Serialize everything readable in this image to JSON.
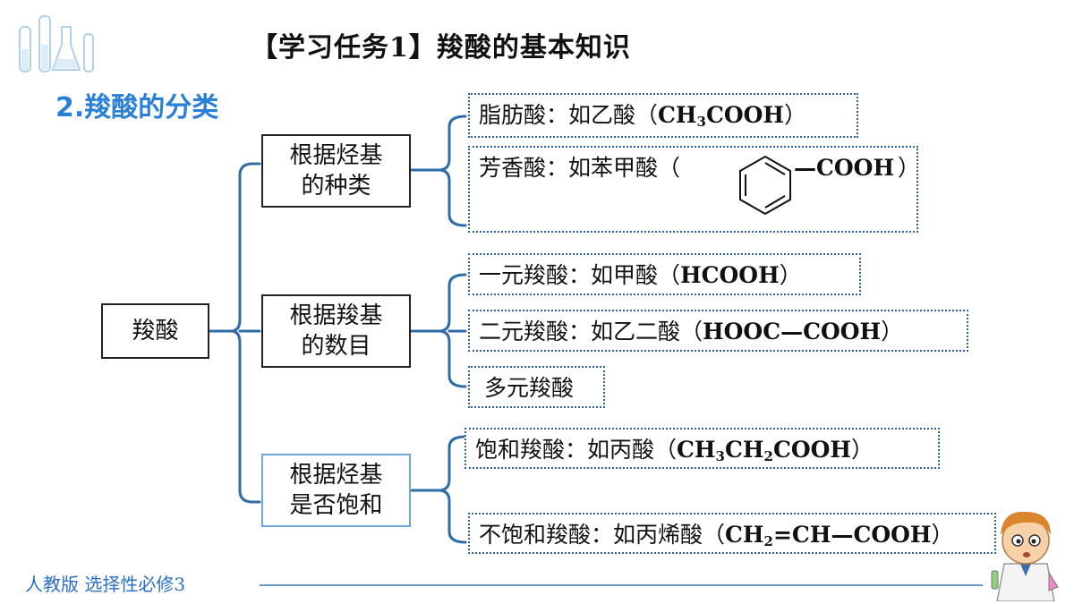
{
  "title": "【学习任务1】羧酸的基本知识",
  "section_heading": "2.羧酸的分类",
  "root": "羧酸",
  "groups": [
    {
      "label_line1": "根据烃基",
      "label_line2": "的种类",
      "items": [
        {
          "text": "脂肪酸：如乙酸（",
          "formula": [
            "CH",
            "3",
            "COOH"
          ],
          "close": "）"
        },
        {
          "text": "芳香酸：如苯甲酸（",
          "formula_suffix": "—COOH",
          "close": "）"
        }
      ]
    },
    {
      "label_line1": "根据羧基",
      "label_line2": "的数目",
      "items": [
        {
          "text": "一元羧酸：如甲酸（",
          "formula": "HCOOH",
          "close": "）"
        },
        {
          "text": "二元羧酸：如乙二酸（",
          "formula": "HOOC—COOH",
          "close": "）"
        },
        {
          "text": "多元羧酸"
        }
      ]
    },
    {
      "label_line1": "根据烃基",
      "label_line2": "是否饱和",
      "items": [
        {
          "text": "饱和羧酸：如丙酸（",
          "formula": [
            "CH",
            "3",
            "CH",
            "2",
            "COOH"
          ],
          "close": "）"
        },
        {
          "text": "不饱和羧酸：如丙烯酸（",
          "formula": [
            "CH",
            "2",
            "=CH—COOH"
          ],
          "close": "）"
        }
      ]
    }
  ],
  "footer": "人教版 选择性必修3",
  "colors": {
    "accent": "#2a7fd6",
    "bracket": "#2f6da8",
    "highlight_border": "#6fa7d9"
  },
  "icons": [
    "lab-glassware-icon",
    "benzene-ring-icon",
    "scientist-cartoon-icon"
  ]
}
